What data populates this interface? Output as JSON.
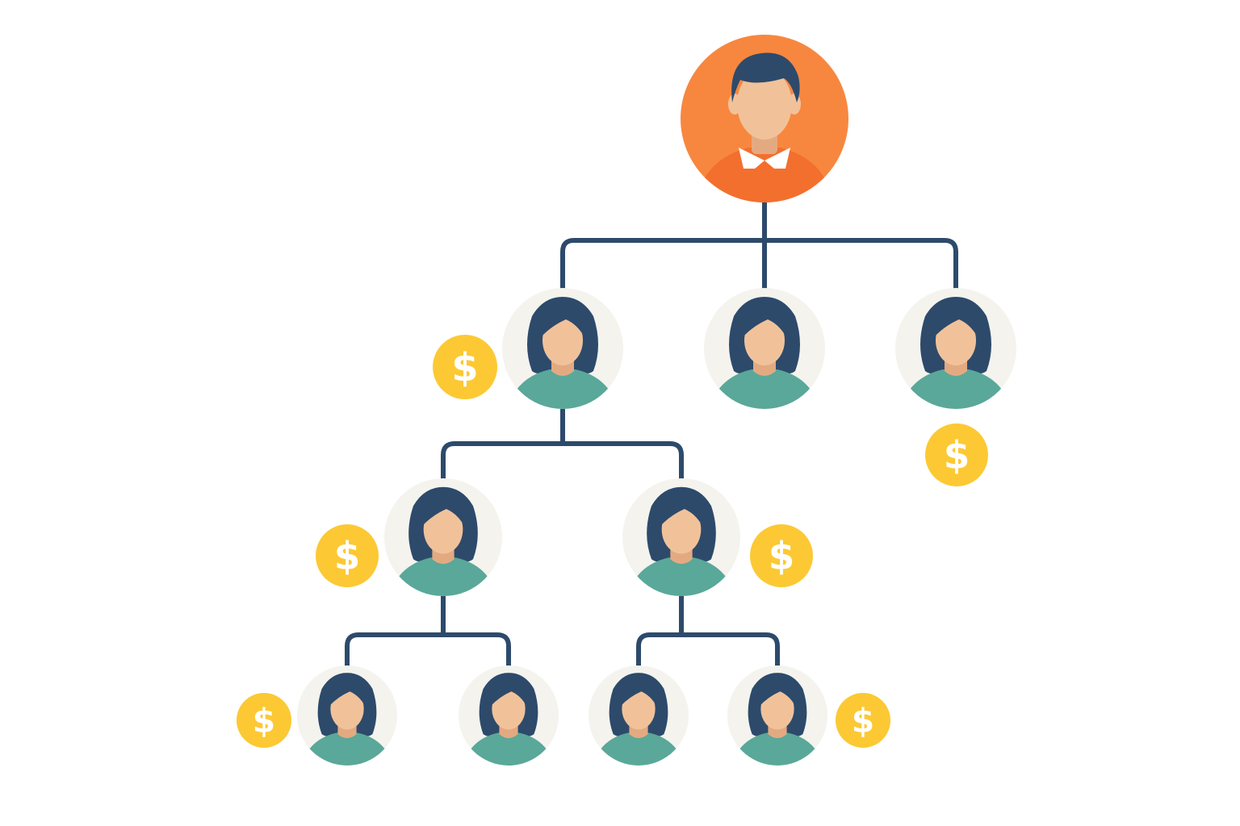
{
  "diagram": {
    "colors": {
      "background": "#ffffff",
      "connector": "#2d4a6b",
      "root_fill": "#f7873f",
      "root_shirt": "#f36f2e",
      "member_bg": "#f4f3ee",
      "hair": "#2d4a6b",
      "skin": "#f1c29a",
      "skin_shadow": "#e3aa82",
      "member_shirt": "#5aa899",
      "collar": "#ffffff",
      "coin_fill": "#fcc934",
      "coin_text": "#ffffff"
    },
    "coin_symbol": "$",
    "root": {
      "id": "root",
      "icon": "man-avatar-icon"
    },
    "members": [
      {
        "id": "l1a",
        "parent": "root",
        "level": 1,
        "icon": "woman-avatar-icon",
        "coin": "left"
      },
      {
        "id": "l1b",
        "parent": "root",
        "level": 1,
        "icon": "woman-avatar-icon",
        "coin": "none"
      },
      {
        "id": "l1c",
        "parent": "root",
        "level": 1,
        "icon": "woman-avatar-icon",
        "coin": "below"
      },
      {
        "id": "l2a",
        "parent": "l1a",
        "level": 2,
        "icon": "woman-avatar-icon",
        "coin": "left"
      },
      {
        "id": "l2b",
        "parent": "l1a",
        "level": 2,
        "icon": "woman-avatar-icon",
        "coin": "right"
      },
      {
        "id": "l3a",
        "parent": "l2a",
        "level": 3,
        "icon": "woman-avatar-icon",
        "coin": "left"
      },
      {
        "id": "l3b",
        "parent": "l2a",
        "level": 3,
        "icon": "woman-avatar-icon",
        "coin": "none"
      },
      {
        "id": "l3c",
        "parent": "l2b",
        "level": 3,
        "icon": "woman-avatar-icon",
        "coin": "none"
      },
      {
        "id": "l3d",
        "parent": "l2b",
        "level": 3,
        "icon": "woman-avatar-icon",
        "coin": "right"
      }
    ]
  }
}
